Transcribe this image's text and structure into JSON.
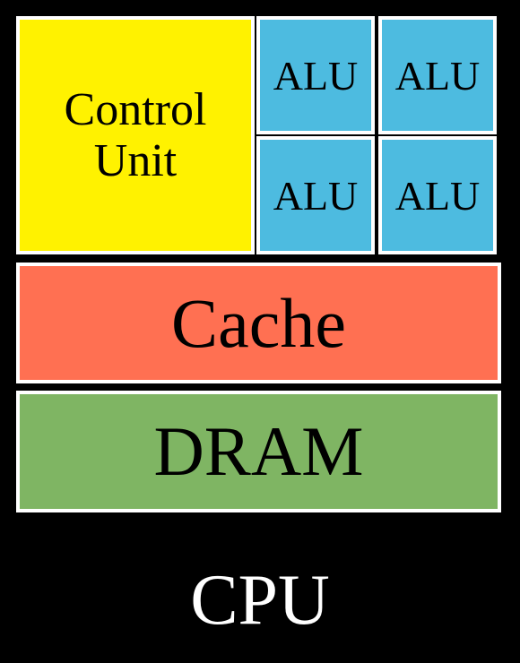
{
  "diagram": {
    "control_unit": {
      "label": "Control\nUnit",
      "color": "#fff200"
    },
    "alus": [
      {
        "label": "ALU"
      },
      {
        "label": "ALU"
      },
      {
        "label": "ALU"
      },
      {
        "label": "ALU"
      }
    ],
    "alu_color": "#4dbbe0",
    "cache": {
      "label": "Cache",
      "color": "#ff7052"
    },
    "dram": {
      "label": "DRAM",
      "color": "#7fb563"
    },
    "caption": "CPU",
    "border_color": "#ffffff",
    "background": "#000000"
  }
}
